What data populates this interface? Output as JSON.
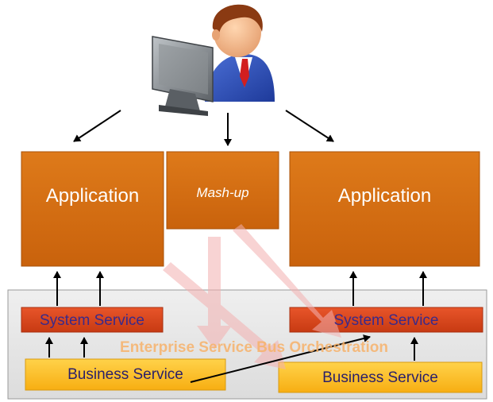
{
  "diagram": {
    "left_app": {
      "label": "Application"
    },
    "mashup": {
      "label": "Mash-up"
    },
    "right_app": {
      "label": "Application"
    },
    "left_system": {
      "label": "System Service"
    },
    "right_system": {
      "label": "System Service"
    },
    "left_business": {
      "label": "Business Service"
    },
    "right_business": {
      "label": "Business Service"
    },
    "bus": {
      "label": "Enterprise Service Bus Orchestration"
    }
  },
  "colors": {
    "app_fill": "#d26d12",
    "app_border": "#a95208",
    "system_fill": "#d9451a",
    "business_fill": "#ffc01a",
    "bus_region": "#e8e8e8",
    "bus_text": "#f7b26a",
    "flow_arrows": "#f3b0b0"
  },
  "icons": [
    "user-at-computer-icon"
  ]
}
